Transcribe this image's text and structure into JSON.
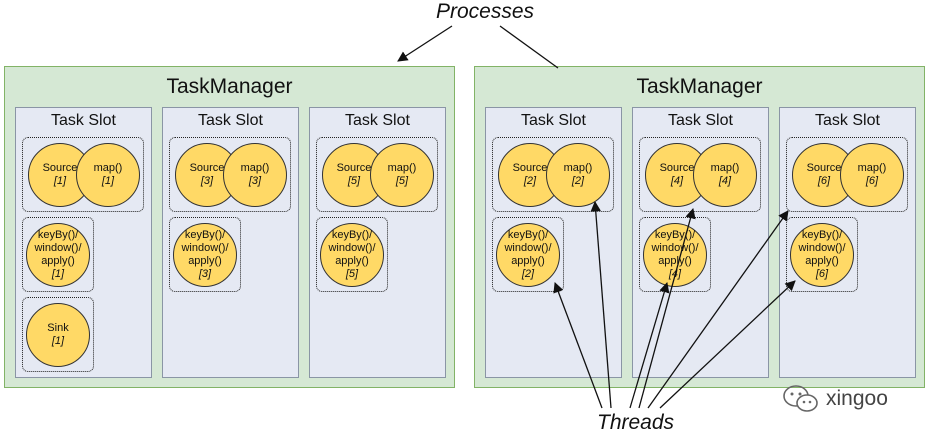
{
  "labels": {
    "processes": "Processes",
    "threads": "Threads"
  },
  "task_managers": [
    {
      "title": "TaskManager",
      "slots": [
        {
          "title": "Task Slot",
          "source": [
            "Source",
            "[1]"
          ],
          "map": [
            "map()",
            "[1]"
          ],
          "keyby": [
            "keyBy()/",
            "window()/",
            "apply()",
            "[1]"
          ],
          "sink": [
            "Sink",
            "[1]"
          ]
        },
        {
          "title": "Task Slot",
          "source": [
            "Source",
            "[3]"
          ],
          "map": [
            "map()",
            "[3]"
          ],
          "keyby": [
            "keyBy()/",
            "window()/",
            "apply()",
            "[3]"
          ]
        },
        {
          "title": "Task Slot",
          "source": [
            "Source",
            "[5]"
          ],
          "map": [
            "map()",
            "[5]"
          ],
          "keyby": [
            "keyBy()/",
            "window()/",
            "apply()",
            "[5]"
          ]
        }
      ]
    },
    {
      "title": "TaskManager",
      "slots": [
        {
          "title": "Task Slot",
          "source": [
            "Source",
            "[2]"
          ],
          "map": [
            "map()",
            "[2]"
          ],
          "keyby": [
            "keyBy()/",
            "window()/",
            "apply()",
            "[2]"
          ]
        },
        {
          "title": "Task Slot",
          "source": [
            "Source",
            "[4]"
          ],
          "map": [
            "map()",
            "[4]"
          ],
          "keyby": [
            "keyBy()/",
            "window()/",
            "apply()",
            "[4]"
          ]
        },
        {
          "title": "Task Slot",
          "source": [
            "Source",
            "[6]"
          ],
          "map": [
            "map()",
            "[6]"
          ],
          "keyby": [
            "keyBy()/",
            "window()/",
            "apply()",
            "[6]"
          ]
        }
      ]
    }
  ],
  "watermark": {
    "text": "xingoo",
    "icon": "wechat-icon"
  },
  "colors": {
    "task_manager": "#d5e8d4",
    "task_slot": "#e5e9f3",
    "operator": "#ffd966"
  }
}
